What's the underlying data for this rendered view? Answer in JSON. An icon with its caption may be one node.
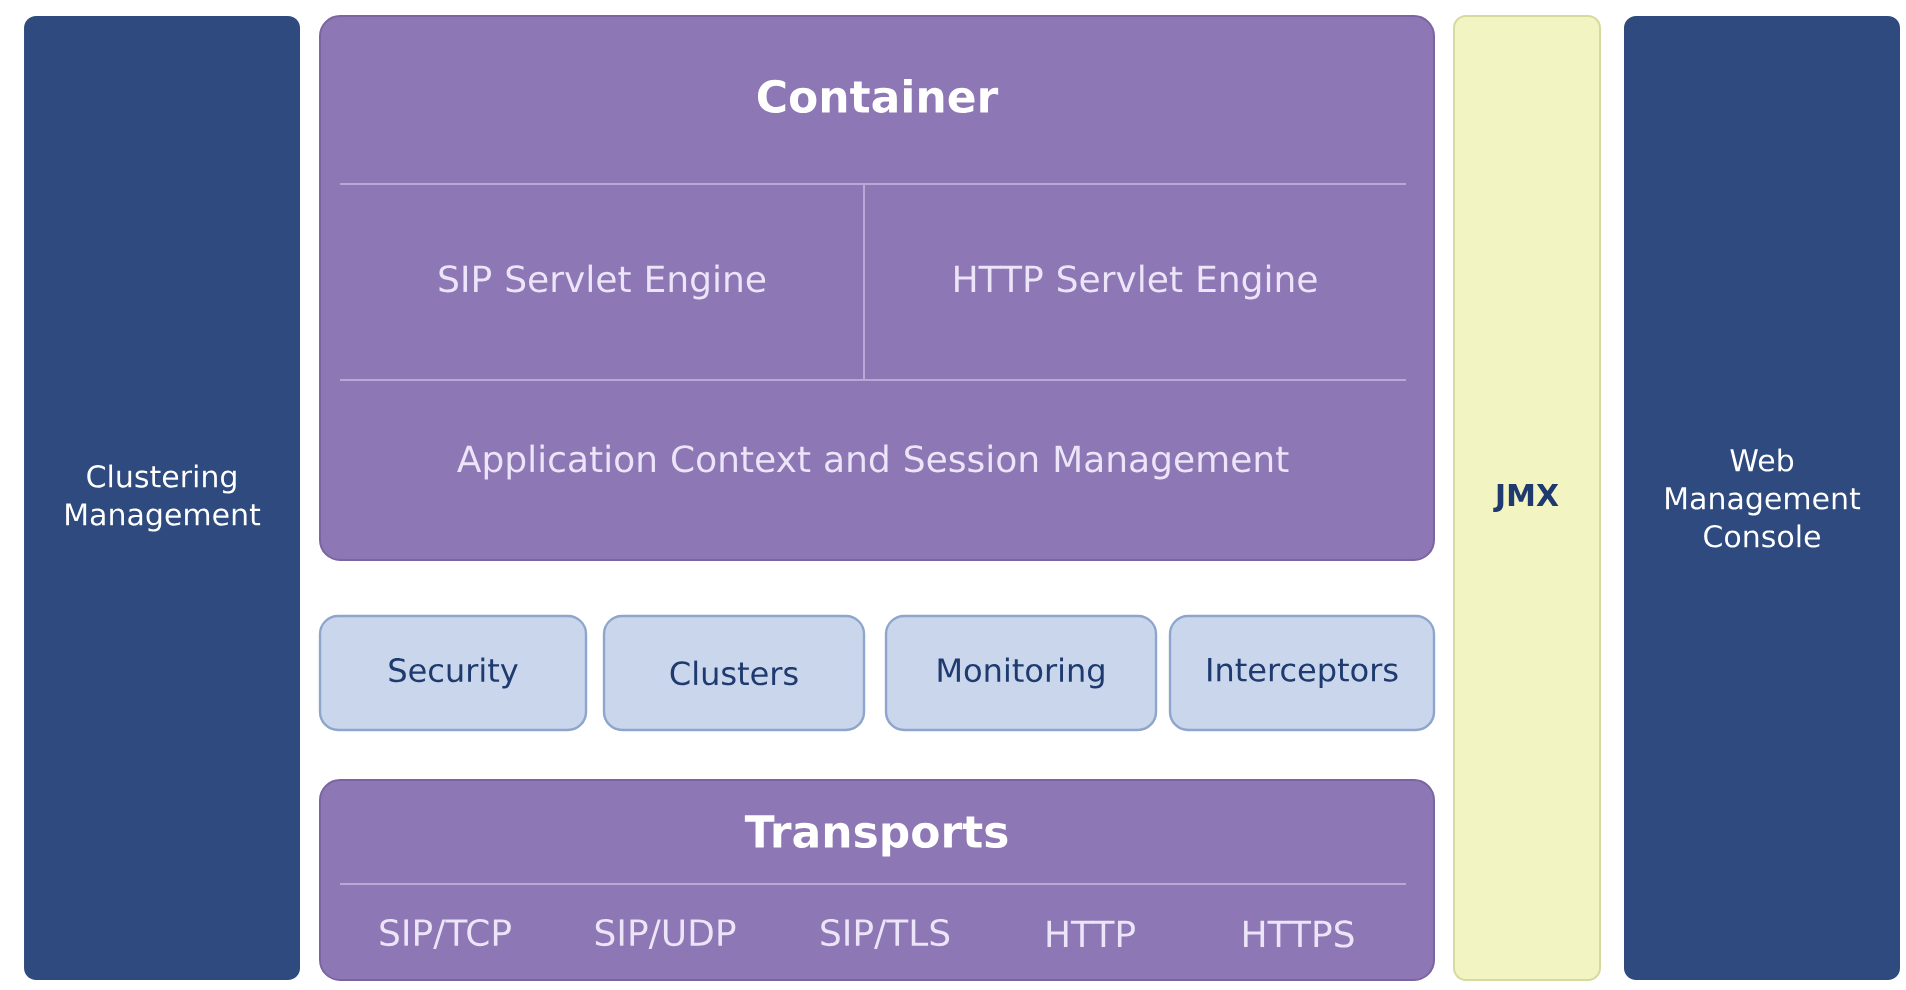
{
  "diagram": {
    "nodes": [
      {
        "text": [
          "Clustering Management"
        ]
      },
      {
        "text": [
          "Container"
        ]
      },
      {
        "text": [
          "SIP Servlet Engine"
        ],
        "in": 1
      },
      {
        "text": [
          "HTTP Servlet Engine"
        ],
        "in": 1
      },
      {
        "text": [
          "Application Context and Session Management"
        ],
        "in": 1
      },
      {
        "text": [
          "Security"
        ]
      },
      {
        "text": [
          "Clusters"
        ]
      },
      {
        "text": [
          "Monitoring"
        ]
      },
      {
        "text": [
          "Interceptors"
        ]
      },
      {
        "text": [
          "Transports"
        ]
      },
      {
        "text": [
          "SIP/TCP"
        ],
        "in": 9
      },
      {
        "text": [
          "SIP/UDP"
        ],
        "in": 9
      },
      {
        "text": [
          "SIP/TLS"
        ],
        "in": 9
      },
      {
        "text": [
          "HTTP"
        ],
        "in": 9
      },
      {
        "text": [
          "HTTPS"
        ],
        "in": 9
      },
      {
        "text": [
          "JMX"
        ]
      },
      {
        "text": [
          "Web Management Console"
        ]
      }
    ]
  }
}
